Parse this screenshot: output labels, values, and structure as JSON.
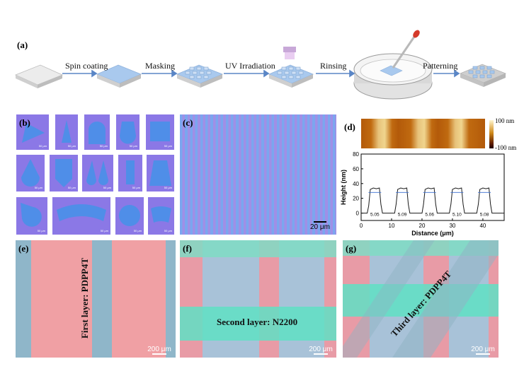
{
  "panels": {
    "a": "(a)",
    "b": "(b)",
    "c": "(c)",
    "d": "(d)",
    "e": "(e)",
    "f": "(f)",
    "g": "(g)"
  },
  "process_steps": [
    "Spin coating",
    "Masking",
    "UV Irradiation",
    "Rinsing",
    "Patterning"
  ],
  "scale_bars": {
    "c": "20 μm",
    "e": "200 μm",
    "f": "200 μm",
    "g": "200 μm",
    "b_tiles": "50 μm"
  },
  "afm": {
    "colorbar_max": "100 nm",
    "colorbar_min": "-100 nm"
  },
  "layers": {
    "first": "First layer: PDPP4T",
    "second": "Second layer: N2200",
    "third": "Third layer: PDPP4T"
  },
  "colors": {
    "substrate_blue": "#9fc4ec",
    "pink": "#f0a0a6",
    "teal": "#5fe0c4",
    "purple": "#8b78e6",
    "stripe_blue": "#7aa6ee"
  },
  "chart_data": {
    "type": "line",
    "xlabel": "Distance (μm)",
    "ylabel": "Height (nm)",
    "xlim": [
      0,
      47
    ],
    "ylim": [
      -10,
      80
    ],
    "xticks": [
      0,
      10,
      20,
      30,
      40
    ],
    "yticks": [
      0,
      20,
      40,
      60,
      80
    ],
    "annotations": [
      "5.05",
      "5.09",
      "5.06",
      "5.10",
      "5.08"
    ],
    "series": [
      {
        "x": [
          0,
          1,
          2,
          2.5,
          3,
          4,
          5,
          6,
          6.5,
          7,
          8,
          9,
          10,
          11,
          11.5,
          12,
          13,
          14,
          15,
          15.5,
          16,
          17,
          18,
          19,
          20,
          20.5,
          21,
          22,
          23,
          24,
          24.5,
          25,
          26,
          27,
          28,
          29,
          29.5,
          30,
          31,
          32,
          33,
          33.5,
          34,
          35,
          36,
          37,
          38,
          38.5,
          39,
          40,
          41,
          42,
          42.5,
          43,
          44,
          45,
          46,
          47
        ],
        "y": [
          0,
          0,
          0,
          10,
          32,
          34,
          33,
          34,
          12,
          0,
          0,
          0,
          0,
          0,
          12,
          32,
          34,
          33,
          34,
          12,
          0,
          0,
          0,
          0,
          0,
          12,
          32,
          34,
          33,
          34,
          12,
          0,
          0,
          0,
          0,
          0,
          12,
          32,
          34,
          33,
          34,
          12,
          0,
          0,
          0,
          0,
          0,
          12,
          32,
          34,
          33,
          34,
          12,
          0,
          0,
          0,
          0,
          0
        ]
      }
    ]
  }
}
